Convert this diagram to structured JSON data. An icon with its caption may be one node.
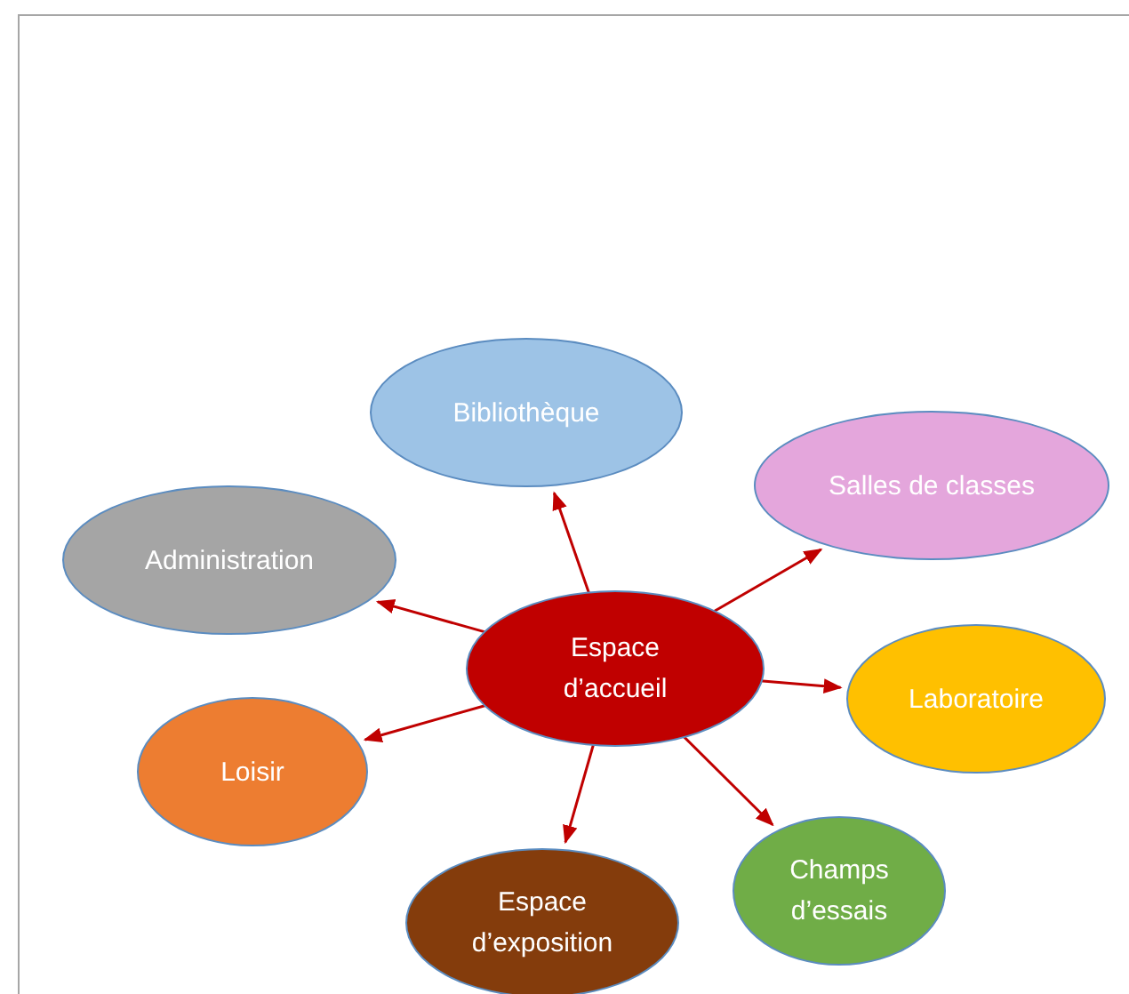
{
  "diagram": {
    "nodes": [
      {
        "text": [
          "Bibliothèque"
        ]
      },
      {
        "text": [
          "Salles de classes"
        ]
      },
      {
        "text": [
          "Administration"
        ]
      },
      {
        "text": [
          "Espace d’accueil"
        ]
      },
      {
        "text": [
          "Laboratoire"
        ]
      },
      {
        "text": [
          "Loisir"
        ]
      },
      {
        "text": [
          "Champs d’essais"
        ]
      },
      {
        "text": [
          "Espace d’exposition"
        ]
      }
    ],
    "edges": [
      {
        "from": 3,
        "to": 0,
        "arrow": "to"
      },
      {
        "from": 3,
        "to": 1,
        "arrow": "to"
      },
      {
        "from": 3,
        "to": 2,
        "arrow": "to"
      },
      {
        "from": 3,
        "to": 4,
        "arrow": "to"
      },
      {
        "from": 3,
        "to": 5,
        "arrow": "to"
      },
      {
        "from": 3,
        "to": 6,
        "arrow": "to"
      },
      {
        "from": 3,
        "to": 7,
        "arrow": "to"
      }
    ]
  }
}
